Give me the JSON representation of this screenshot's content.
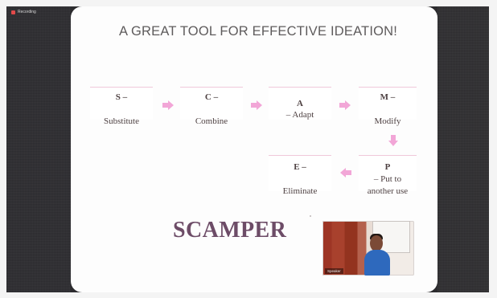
{
  "recording": {
    "label": "Recording"
  },
  "slide": {
    "title": "A GREAT TOOL FOR EFFECTIVE IDEATION!",
    "steps": [
      {
        "bold": "S –",
        "text": "Substitute"
      },
      {
        "bold": "C –",
        "text": "Combine"
      },
      {
        "bold": "A",
        "text": "– Adapt"
      },
      {
        "bold": "M –",
        "text": "Modify"
      },
      {
        "bold": "P",
        "text": "– Put to another use"
      },
      {
        "bold": "E –",
        "text": "Eliminate"
      }
    ],
    "brand": "SCAMPER"
  },
  "video": {
    "name_label": "Speaker"
  },
  "colors": {
    "background": "#f4f4f4",
    "window": "#2c2b2e",
    "slide": "#fdfdfd",
    "arrow": "#f2a6d7",
    "scamper": "#6d4c67",
    "record": "#e14a4a"
  },
  "icons": {
    "arrow_right": "arrow-right-icon",
    "arrow_down": "arrow-down-icon",
    "arrow_left": "arrow-left-icon",
    "record": "record-icon"
  }
}
